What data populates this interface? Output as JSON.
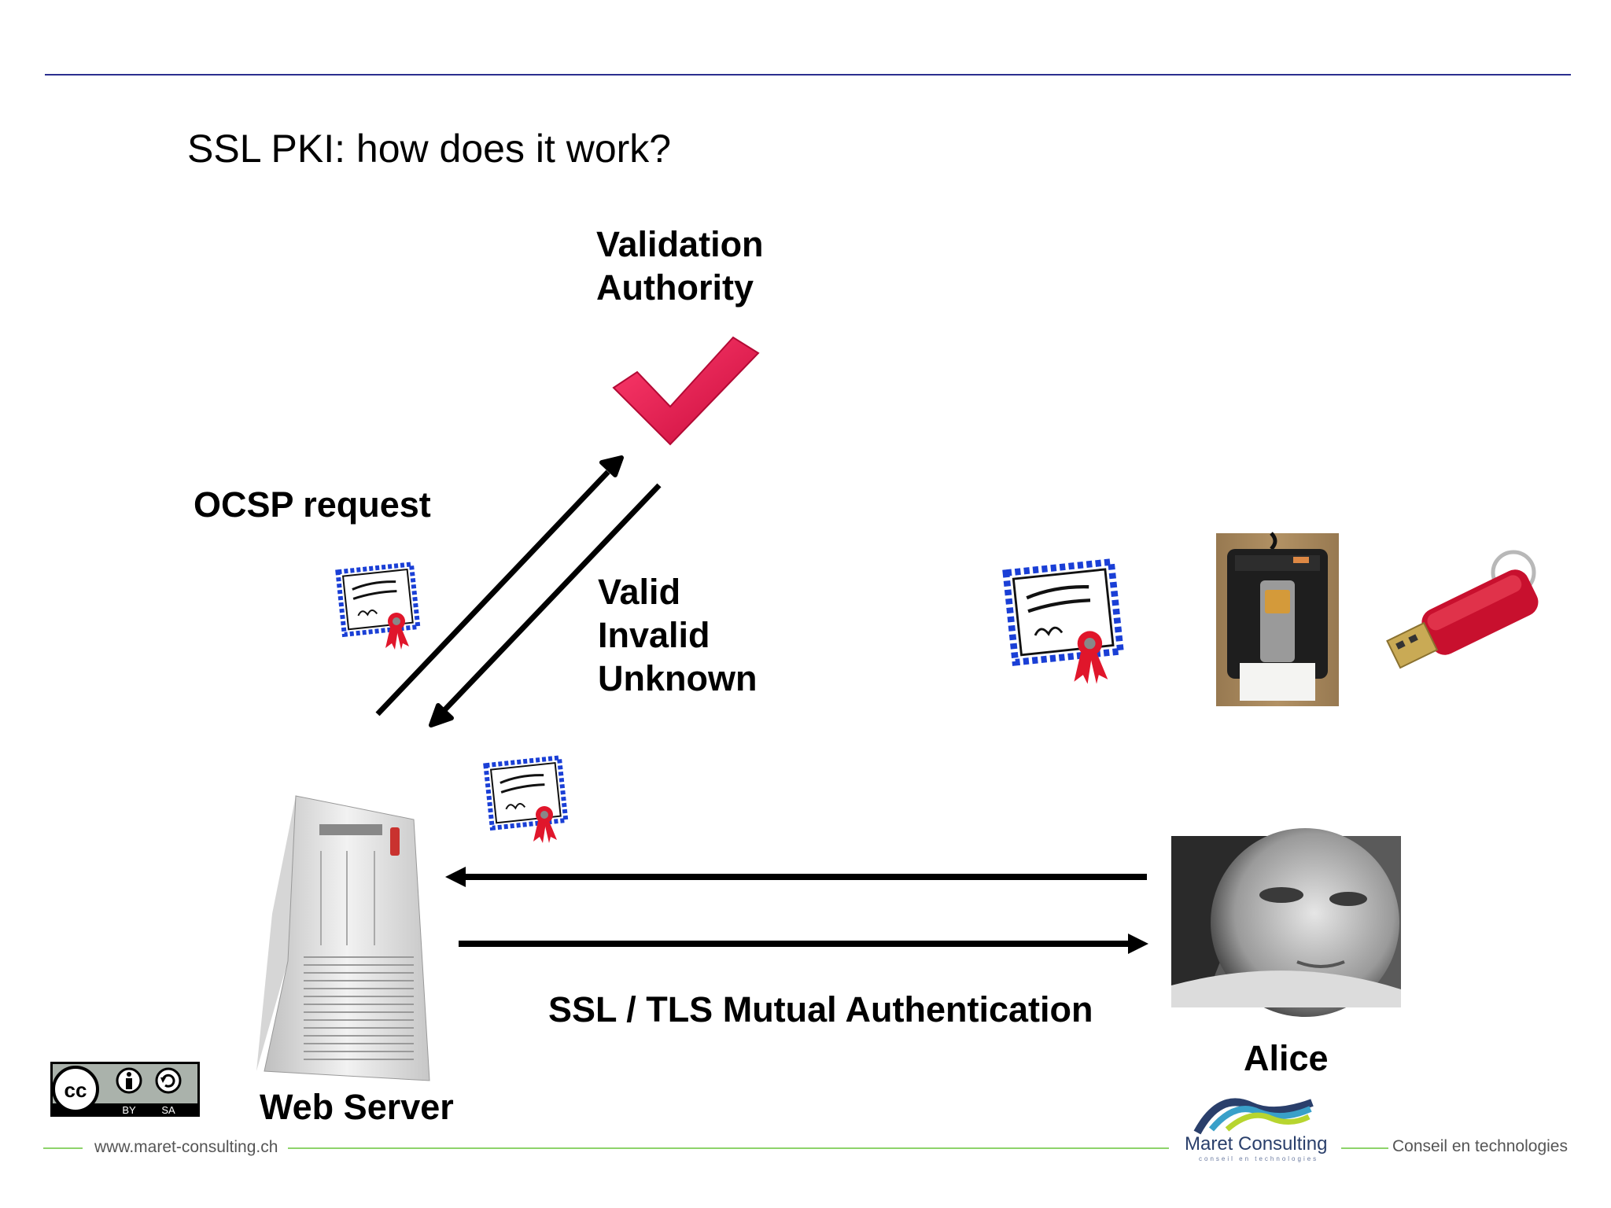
{
  "slide": {
    "title": "SSL PKI: how does it work?"
  },
  "diagram": {
    "validation_authority": [
      "Validation",
      "Authority"
    ],
    "ocsp_request": "OCSP request",
    "status": [
      "Valid",
      "Invalid",
      "Unknown"
    ],
    "mutual_auth": "SSL / TLS Mutual Authentication",
    "alice": "Alice",
    "web_server": "Web Server"
  },
  "footer": {
    "url": "www.maret-consulting.ch",
    "brand": "Maret Consulting",
    "brand_sub": "conseil en technologies",
    "tagline": "Conseil en technologies"
  },
  "license_badge": {
    "cc": "cc",
    "by": "BY",
    "sa": "SA"
  },
  "colors": {
    "title_rule": "#2b2f8f",
    "footer_rule": "#8ed36b",
    "checkmark": "#e8114a",
    "certificate_border": "#1a3fd6",
    "seal": "#e0162b"
  }
}
